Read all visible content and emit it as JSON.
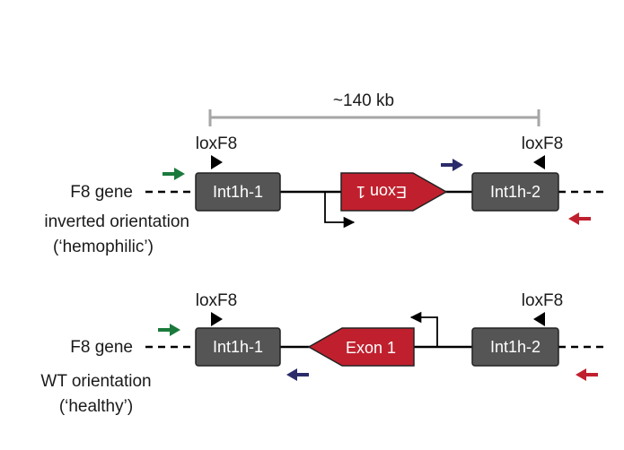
{
  "scale": {
    "label": "~140 kb",
    "color": "#a6a6a6"
  },
  "colors": {
    "intron_box": "#555555",
    "exon_box": "#c0202e",
    "green_arrow": "#1a7a3c",
    "navy_arrow": "#2b2b6b",
    "red_arrow": "#c0202e"
  },
  "panels": [
    {
      "gene_label": "F8 gene",
      "orientation_label": "inverted orientation",
      "phenotype_label": "(‘hemophilic’)",
      "loxf8_left": "loxF8",
      "loxf8_right": "loxF8",
      "int_left": "Int1h-1",
      "int_right": "Int1h-2",
      "exon": "Exon 1",
      "exon_inverted": true
    },
    {
      "gene_label": "F8 gene",
      "orientation_label": "WT orientation",
      "phenotype_label": "(‘healthy’)",
      "loxf8_left": "loxF8",
      "loxf8_right": "loxF8",
      "int_left": "Int1h-1",
      "int_right": "Int1h-2",
      "exon": "Exon 1",
      "exon_inverted": false
    }
  ]
}
